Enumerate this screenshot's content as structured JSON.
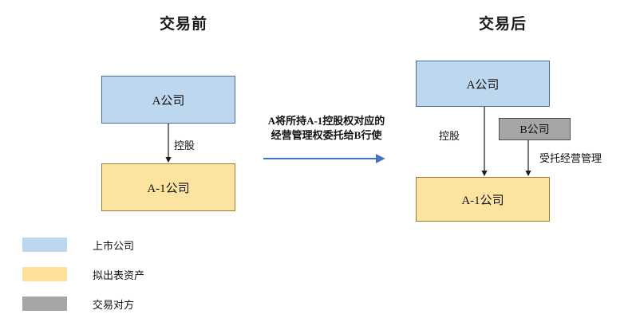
{
  "panels": {
    "before": {
      "title": "交易前"
    },
    "after": {
      "title": "交易后"
    }
  },
  "before_diagram": {
    "parent_box": {
      "label": "A公司",
      "fill": "#bdd7ee",
      "border": "#41719c"
    },
    "child_box": {
      "label": "A-1公司",
      "fill": "#fce4a0",
      "border": "#9c7d2b"
    },
    "edge_label": "控股"
  },
  "center": {
    "caption_line1": "A将所持A-1控股权对应的",
    "caption_line2": "经营管理权委托给B行使",
    "arrow_color": "#4472c4"
  },
  "after_diagram": {
    "parent_box": {
      "label": "A公司",
      "fill": "#bdd7ee",
      "border": "#41719c"
    },
    "partner_box": {
      "label": "B公司",
      "fill": "#a6a6a6",
      "border": "#4d4d4d"
    },
    "child_box": {
      "label": "A-1公司",
      "fill": "#fce4a0",
      "border": "#9c7d2b"
    },
    "edge_label_control": "控股",
    "edge_label_entrust": "受托经营管理"
  },
  "legend": {
    "items": [
      {
        "label": "上市公司",
        "color": "#bdd7ee"
      },
      {
        "label": "拟出表资产",
        "color": "#ffe199"
      },
      {
        "label": "交易对方",
        "color": "#a6a6a6"
      }
    ]
  }
}
